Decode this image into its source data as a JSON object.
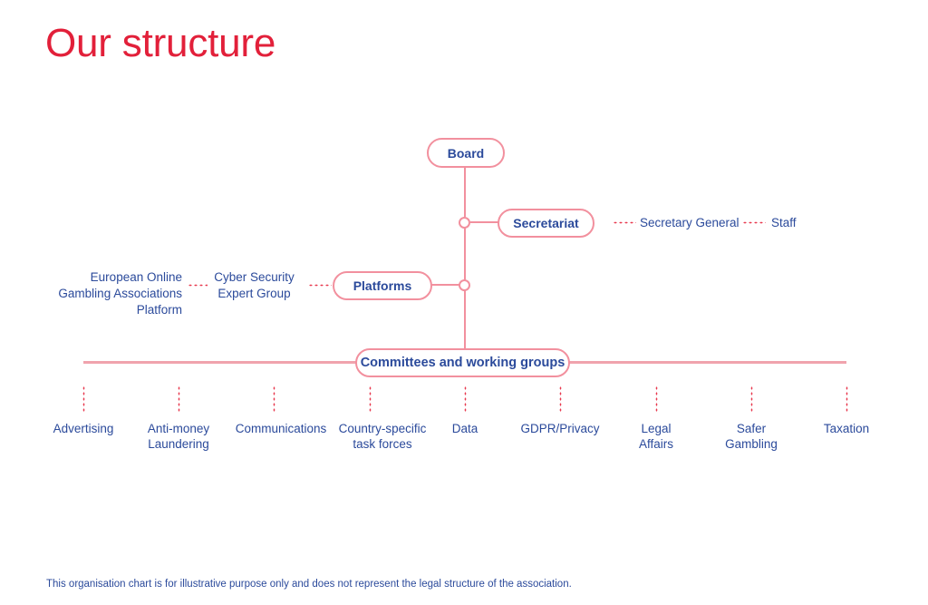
{
  "page": {
    "title": "Our structure",
    "footnote": "This organisation chart is for illustrative purpose only and does not represent the legal structure of the association.",
    "colors": {
      "title_red": "#e2203a",
      "line_pink": "#f2909e",
      "bar_pink": "#f0a3ad",
      "dot_red": "#e8394f",
      "label_navy": "#2b4a9b",
      "background": "#ffffff"
    }
  },
  "chart_data": {
    "type": "diagram",
    "title": "Our structure",
    "nodes": [
      {
        "id": "board",
        "label": "Board",
        "shape": "pill",
        "level": 0
      },
      {
        "id": "secretariat",
        "label": "Secretariat",
        "shape": "pill",
        "level": 1
      },
      {
        "id": "platforms",
        "label": "Platforms",
        "shape": "pill",
        "level": 2
      },
      {
        "id": "committees",
        "label": "Committees and working groups",
        "shape": "pill",
        "level": 3
      }
    ],
    "secretariat_members": [
      {
        "label": "Secretary General"
      },
      {
        "label": "Staff"
      }
    ],
    "platform_members": [
      {
        "label": "European Online Gambling Associations Platform"
      },
      {
        "label": "Cyber Security Expert Group"
      }
    ],
    "committees": [
      {
        "label": "Advertising"
      },
      {
        "label": "Anti-money Laundering"
      },
      {
        "label": "Communications"
      },
      {
        "label": "Country-specific task forces"
      },
      {
        "label": "Data"
      },
      {
        "label": "GDPR/Privacy"
      },
      {
        "label": "Legal Affairs"
      },
      {
        "label": "Safer Gambling"
      },
      {
        "label": "Taxation"
      }
    ],
    "edges": [
      {
        "from": "board",
        "to": "secretariat",
        "style": "solid"
      },
      {
        "from": "board",
        "to": "platforms",
        "style": "solid"
      },
      {
        "from": "board",
        "to": "committees",
        "style": "solid"
      },
      {
        "from": "secretariat",
        "to": "Secretary General",
        "style": "dotted"
      },
      {
        "from": "Secretary General",
        "to": "Staff",
        "style": "dotted"
      },
      {
        "from": "platforms",
        "to": "Cyber Security Expert Group",
        "style": "dotted"
      },
      {
        "from": "Cyber Security Expert Group",
        "to": "European Online Gambling Associations Platform",
        "style": "dotted"
      },
      {
        "from": "committees",
        "to": "all committees",
        "style": "dotted"
      }
    ]
  },
  "nodes": {
    "board": "Board",
    "secretariat": "Secretariat",
    "platforms": "Platforms",
    "committees": "Committees and working groups"
  },
  "secretariat_branch": {
    "secretary_general": "Secretary General",
    "staff": "Staff"
  },
  "platforms_branch": {
    "cyber_security_line1": "Cyber Security",
    "cyber_security_line2": "Expert Group",
    "eoga_line1": "European Online",
    "eoga_line2": "Gambling Associations",
    "eoga_line3": "Platform"
  },
  "committees": {
    "advertising": "Advertising",
    "aml_line1": "Anti-money",
    "aml_line2": "Laundering",
    "communications": "Communications",
    "country_line1": "Country-specific",
    "country_line2": "task forces",
    "data": "Data",
    "gdpr": "GDPR/Privacy",
    "legal_line1": "Legal",
    "legal_line2": "Affairs",
    "safer_line1": "Safer",
    "safer_line2": "Gambling",
    "taxation": "Taxation"
  }
}
